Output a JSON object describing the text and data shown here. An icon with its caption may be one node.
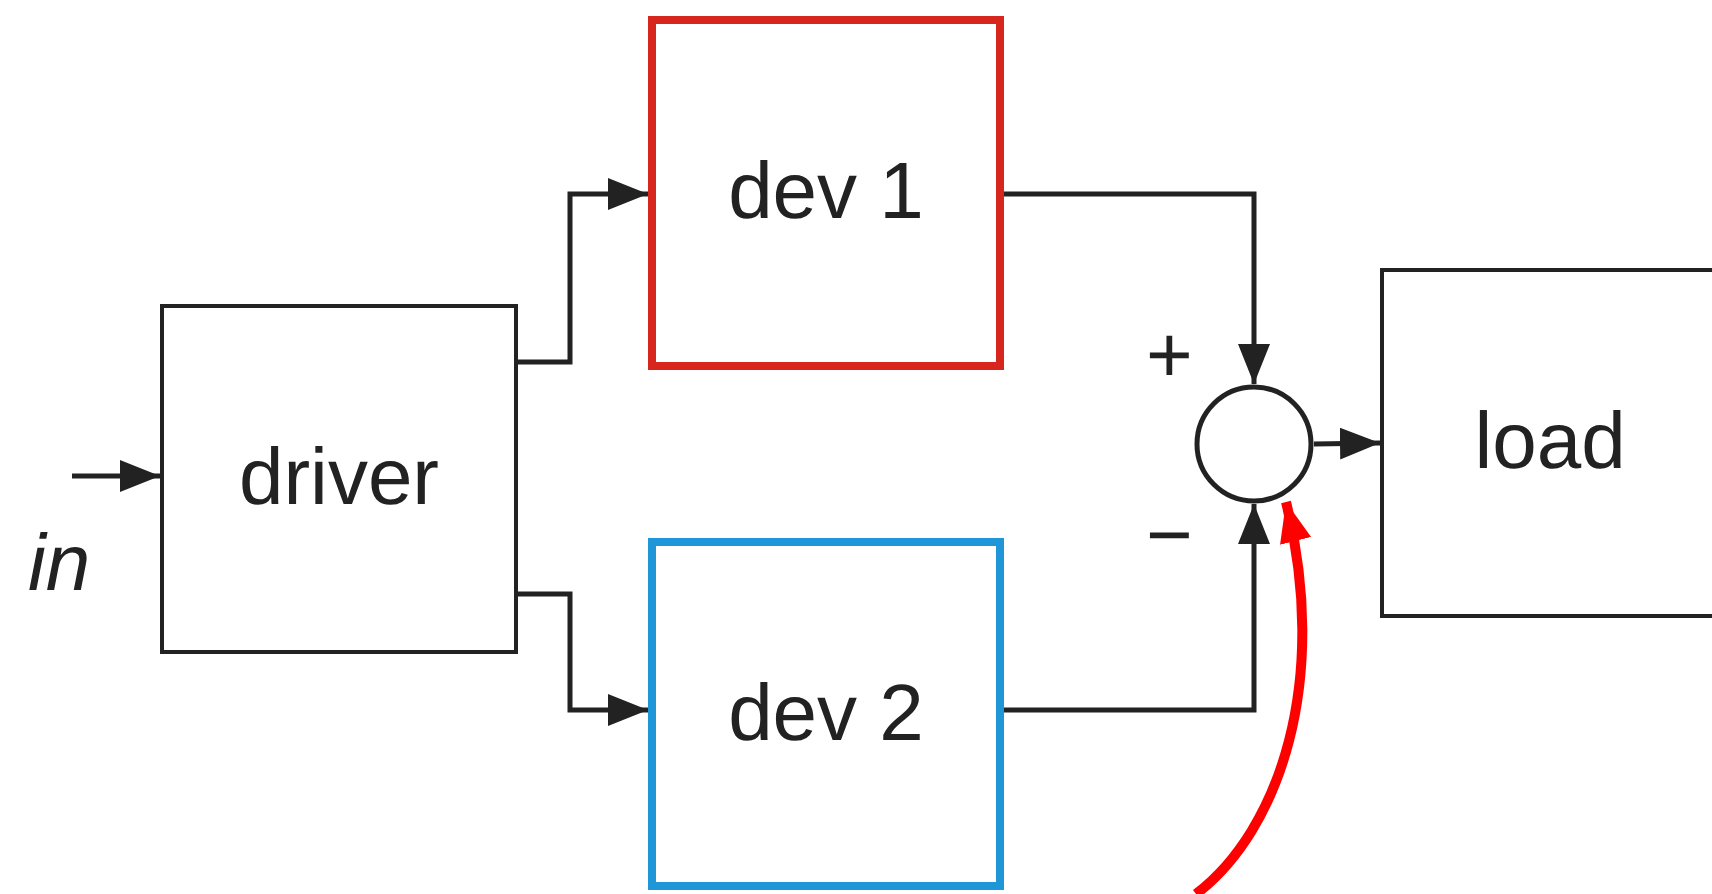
{
  "diagram": {
    "nodes": [
      {
        "text": [
          "driver"
        ]
      },
      {
        "text": [
          "dev 1"
        ]
      },
      {
        "text": [
          "dev 2"
        ]
      },
      {
        "text": [],
        "shape": "circle"
      },
      {
        "text": [
          "load"
        ]
      }
    ],
    "edges": [
      {
        "from": null,
        "to": 0,
        "arrow": "to"
      },
      {
        "from": 0,
        "to": 1,
        "arrow": "to"
      },
      {
        "from": 0,
        "to": 2,
        "arrow": "to"
      },
      {
        "from": 1,
        "to": 3,
        "arrow": "to"
      },
      {
        "from": 2,
        "to": 3,
        "arrow": "to"
      },
      {
        "from": 3,
        "to": 4,
        "arrow": "to"
      },
      {
        "from": null,
        "to": 3,
        "arrow": "to",
        "style": "thick",
        "color": "#ff0000"
      }
    ],
    "labels": [
      "in",
      "+",
      "−"
    ]
  }
}
